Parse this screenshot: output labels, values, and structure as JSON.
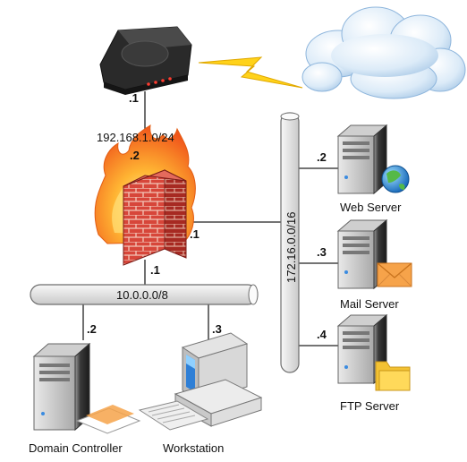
{
  "subnets": {
    "wan_net": "192.168.1.0/24",
    "dmz_net": "172.16.0.0/16",
    "lan_net": "10.0.0.0/8"
  },
  "host_ids": {
    "modem": ".1",
    "firewall_wan": ".2",
    "firewall_dmz": ".1",
    "firewall_lan": ".1",
    "web_server": ".2",
    "mail_server": ".3",
    "ftp_server": ".4",
    "domain_controller": ".2",
    "workstation": ".3"
  },
  "devices": {
    "web_server": "Web Server",
    "mail_server": "Mail Server",
    "ftp_server": "FTP Server",
    "domain_controller": "Domain Controller",
    "workstation": "Workstation"
  },
  "icons": {
    "modem": "modem-icon",
    "firewall": "firewall-icon",
    "internet": "cloud-icon",
    "link": "lightning-icon",
    "server": "server-tower-icon",
    "web": "globe-icon",
    "mail": "envelope-icon",
    "ftp": "folder-icon",
    "workstation": "workstation-icon"
  },
  "colors": {
    "bus_fill": "#e6e6e6",
    "bus_stroke": "#6e6e6e",
    "brick": "#c8342c",
    "flame": "#f4851f",
    "lightning": "#ffcc00",
    "cloud": "#b9d6ef"
  }
}
